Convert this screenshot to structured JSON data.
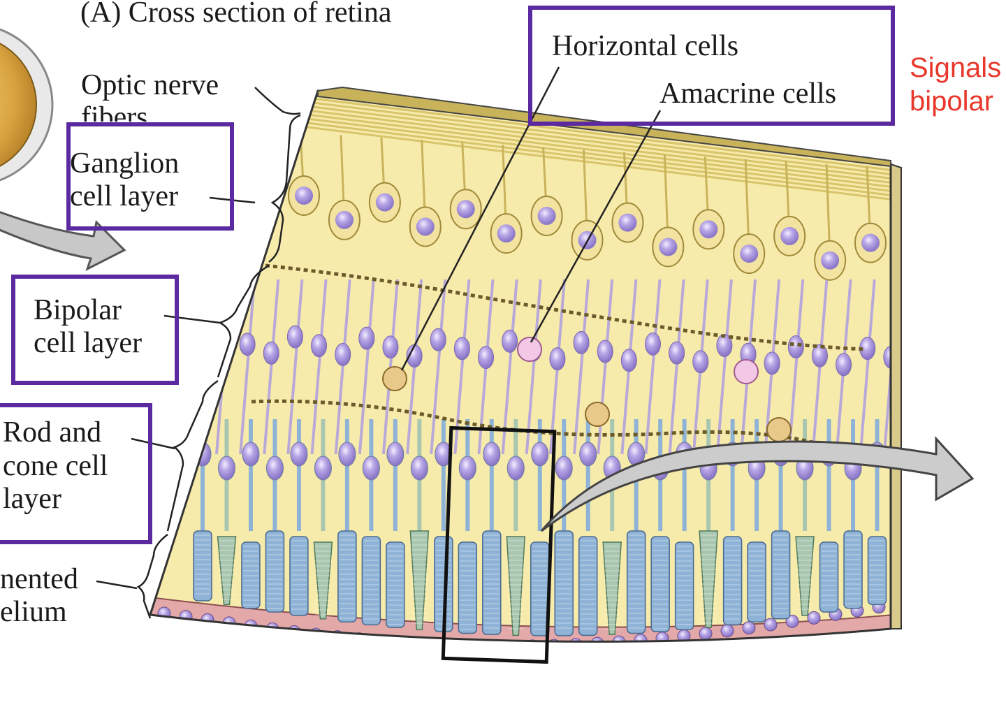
{
  "title": "(A)  Cross section of retina",
  "labels": {
    "optic_nerve_line1": "Optic nerve",
    "optic_nerve_line2": "fibers",
    "ganglion_line1": "Ganglion",
    "ganglion_line2": "cell layer",
    "bipolar_line1": "Bipolar",
    "bipolar_line2": "cell layer",
    "rodcone_line1": "Rod and",
    "rodcone_line2": "cone cell",
    "rodcone_line3": "layer",
    "pigmented_line1": "nented",
    "pigmented_line2": "elium",
    "horizontal": "Horizontal cells",
    "amacrine": "Amacrine cells"
  },
  "side_note": {
    "line1": "Signals",
    "line2": "bipolar"
  },
  "colors": {
    "box_border": "#5b2aa0",
    "note_red": "#e8372b",
    "retina_bg": "#f7ebac",
    "fiber_top": "#d8c46a",
    "nucleus": "#a995d8",
    "rod": "#8fb3d6",
    "cone": "#a9c6b0",
    "epithelium": "#e3a8a8",
    "arrow": "#c8c8c8"
  }
}
